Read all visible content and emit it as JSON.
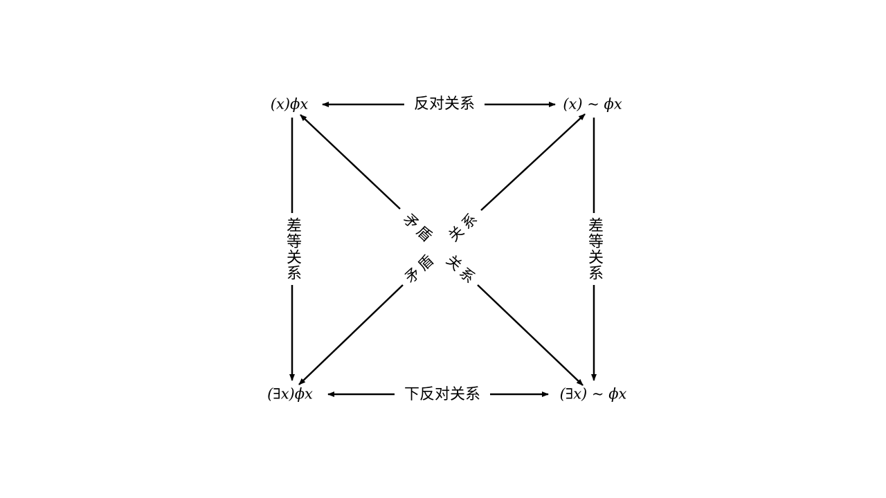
{
  "corners": {
    "top_left": "(x)ϕx",
    "top_right": "(x) ~ ϕx",
    "bottom_left": "(∃x)ϕx",
    "bottom_right": "(∃x) ~ ϕx"
  },
  "relations": {
    "contrary": "反对关系",
    "subcontrary": "下反对关系",
    "subaltern_left": "差等关系",
    "subaltern_right": "差等关系",
    "contradictory_char1": "矛",
    "contradictory_char2": "盾",
    "contradictory_char3": "关",
    "contradictory_char4": "系"
  },
  "colors": {
    "line": "#000000",
    "background": "#ffffff"
  }
}
